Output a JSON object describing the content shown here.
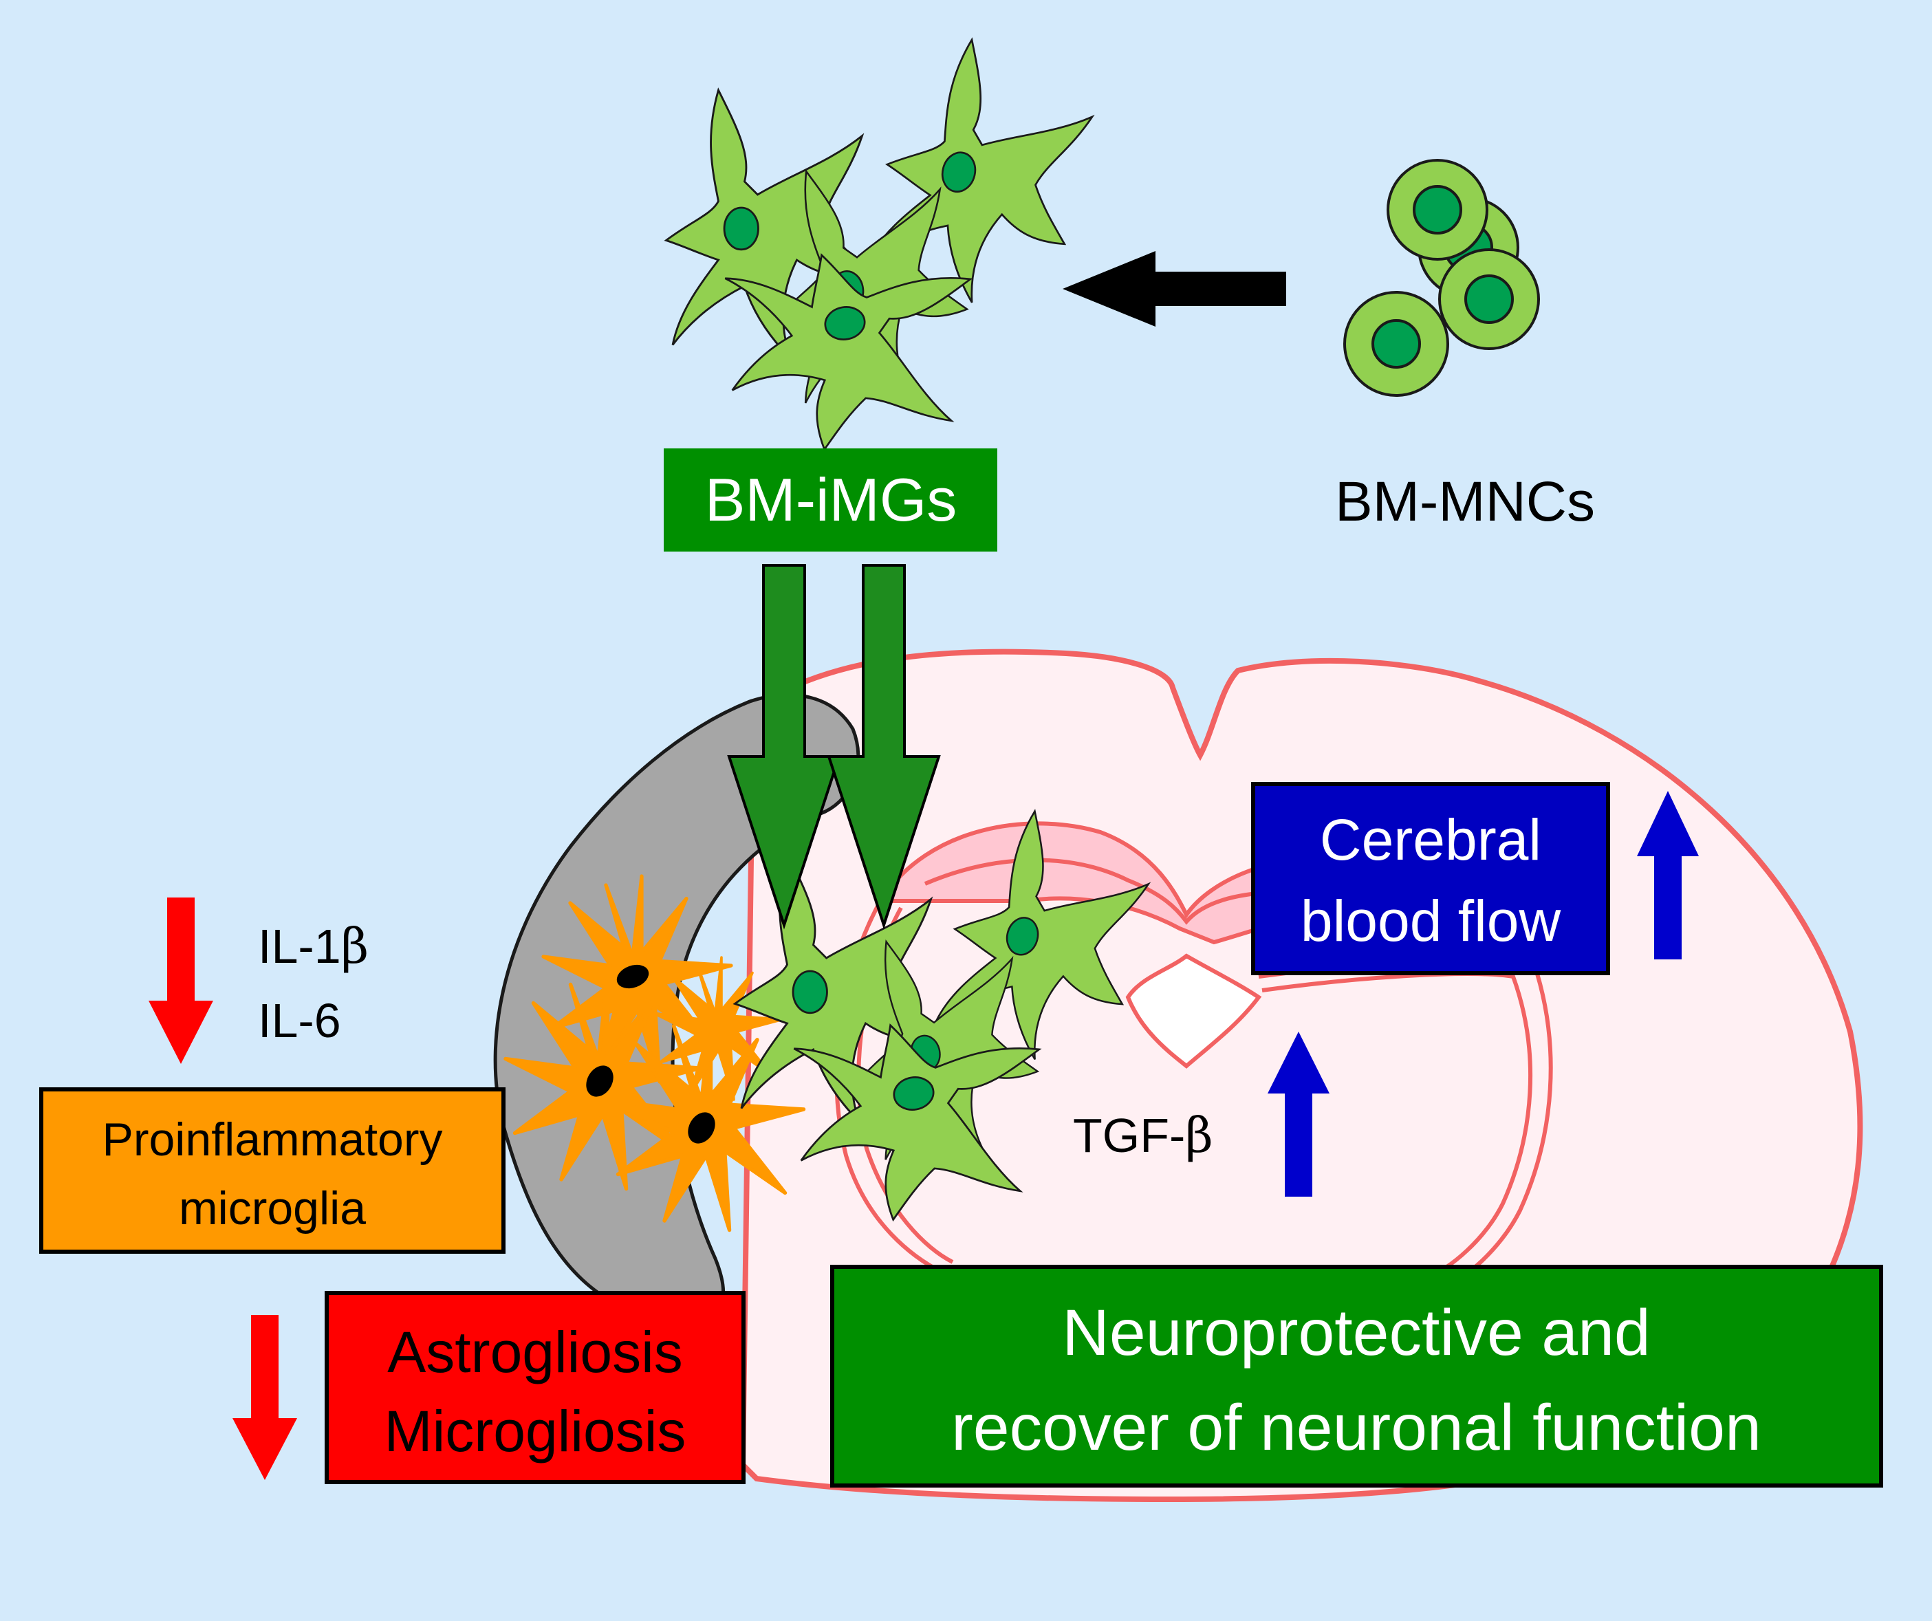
{
  "labels": {
    "bm_imgs": "BM-iMGs",
    "bm_mncs": "BM-MNCs",
    "cerebral_line1": "Cerebral",
    "cerebral_line2": "blood flow",
    "tgf_prefix": "TGF-",
    "tgf_greek": "β",
    "il1_prefix": "IL-1",
    "il1_greek": "β",
    "il6": "IL-6",
    "proinflammatory_line1": "Proinflammatory",
    "proinflammatory_line2": "microglia",
    "astro_line1": "Astrogliosis",
    "astro_line2": "Microgliosis",
    "neuro_line1": "Neuroprotective and",
    "neuro_line2": "recover of neuronal function"
  },
  "colors": {
    "background": "#d4eafb",
    "brain_fill": "#fff0f3",
    "brain_outline": "#f26262",
    "ventricle_fill": "#ffc7d2",
    "lesion_gray": "#a6a6a6",
    "cell_green": "#92d050",
    "nucleus_green": "#00a050",
    "box_green": "#008f00",
    "arrow_green": "#1e8c1e",
    "microglia_orange": "#ff9900",
    "box_orange": "#ff9900",
    "box_red": "#ff0000",
    "box_blue": "#0000c0",
    "arrow_blue": "#0000cc",
    "arrow_red": "#ff0000"
  },
  "icons": {
    "bm_imgs_cluster": "activated-microglia-cells",
    "bm_mncs_cluster": "mononuclear-cells",
    "proinflammatory": "proinflammatory-microglia",
    "brain": "brain-coronal-section"
  }
}
